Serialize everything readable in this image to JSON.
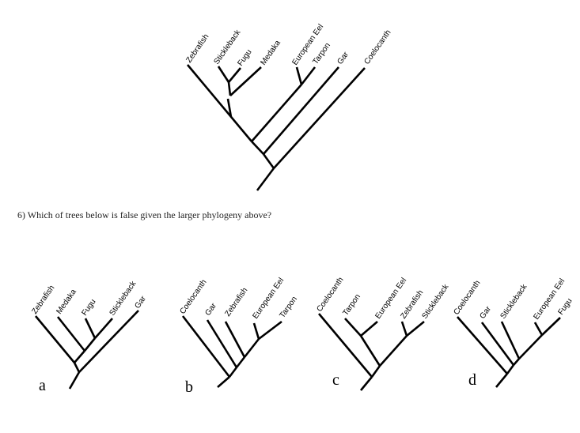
{
  "question": "6) Which of trees below is false given the larger phylogeny above?",
  "main_tree": {
    "taxa": [
      "Zebrafish",
      "Stickleback",
      "Fugu",
      "Medaka",
      "European Eel",
      "Tarpon",
      "Gar",
      "Coelocanth"
    ],
    "newick": "((((Zebrafish,((Stickleback,Fugu),Medaka)),(European Eel,Tarpon)),Gar),Coelocanth)"
  },
  "options": [
    {
      "letter": "a",
      "taxa": [
        "Zebrafish",
        "Medaka",
        "Fugu",
        "Stickleback",
        "Gar"
      ],
      "newick": "((Zebrafish,(Medaka,(Fugu,Stickleback))),Gar)"
    },
    {
      "letter": "b",
      "taxa": [
        "Coelocanth",
        "Gar",
        "Zebrafish",
        "European Eel",
        "Tarpon"
      ],
      "newick": "(Coelocanth,(Gar,(Zebrafish,(European Eel,Tarpon))))"
    },
    {
      "letter": "c",
      "taxa": [
        "Coelocanth",
        "Tarpon",
        "European Eel",
        "Zebrafish",
        "Stickleback"
      ],
      "newick": "(Coelocanth,((Tarpon,European Eel),(Zebrafish,Stickleback)))"
    },
    {
      "letter": "d",
      "taxa": [
        "Coelocanth",
        "Gar",
        "Stickleback",
        "European Eel",
        "Fugu"
      ],
      "newick": "(Coelocanth,(Gar,(Stickleback,(European Eel,Fugu))))"
    }
  ]
}
